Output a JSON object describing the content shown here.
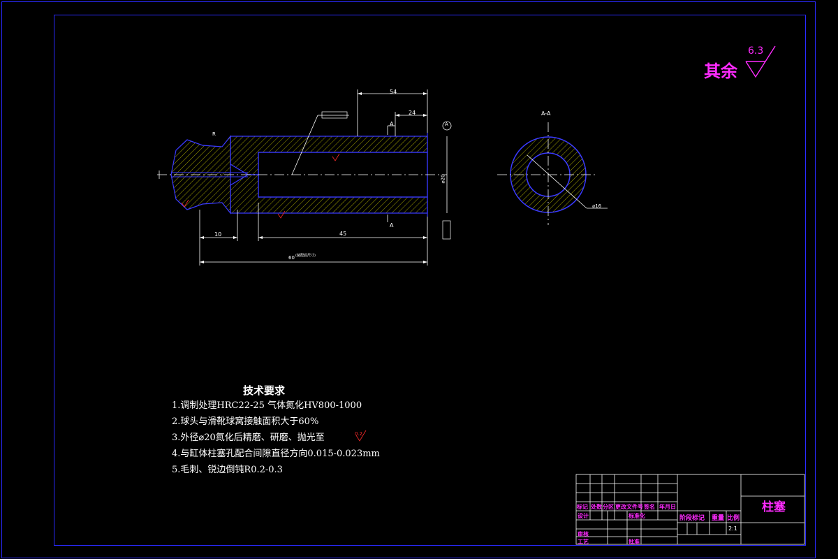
{
  "roughness": {
    "label": "其余",
    "value": "6.3"
  },
  "tech_requirements": {
    "title": "技术要求",
    "items": [
      "1.调制处理HRC22-25 气体氮化HV800-1000",
      "2.球头与滑靴球窝接触面积大于60%",
      "3.外径⌀20氮化后精磨、研磨、抛光至",
      "4.与缸体柱塞孔配合间隙直径方向0.015-0.023mm",
      "5.毛刺、锐边倒钝R0.2-0.3"
    ],
    "item3_roughness": "0.2"
  },
  "drawing": {
    "dims": {
      "d54": "54",
      "d24": "24",
      "d10": "10",
      "d45": "45",
      "d60": "60",
      "d60_note": "(装配后尺寸)",
      "phi20": "⌀20",
      "section": "A-A",
      "datum": "A",
      "sec_a1": "A",
      "sec_a2": "A",
      "r": "R",
      "phi16": "⌀16"
    }
  },
  "title_block": {
    "part_name": "柱塞",
    "labels": {
      "mark": "标记",
      "count": "处数",
      "zone": "分区",
      "doc": "更改文件号",
      "sign": "签名",
      "date": "年月日",
      "design": "设计",
      "std": "标准化",
      "check": "审核",
      "process": "工艺",
      "approve": "批准",
      "stage": "阶段标记",
      "weight": "重量",
      "scale": "比例",
      "scale_val": "2:1"
    }
  },
  "colors": {
    "frame": "#2a2aff",
    "part": "#3a3aff",
    "hatch": "#c8c800",
    "dim": "#ffffff",
    "accent": "#ff2bff",
    "red": "#ff2b2b"
  }
}
